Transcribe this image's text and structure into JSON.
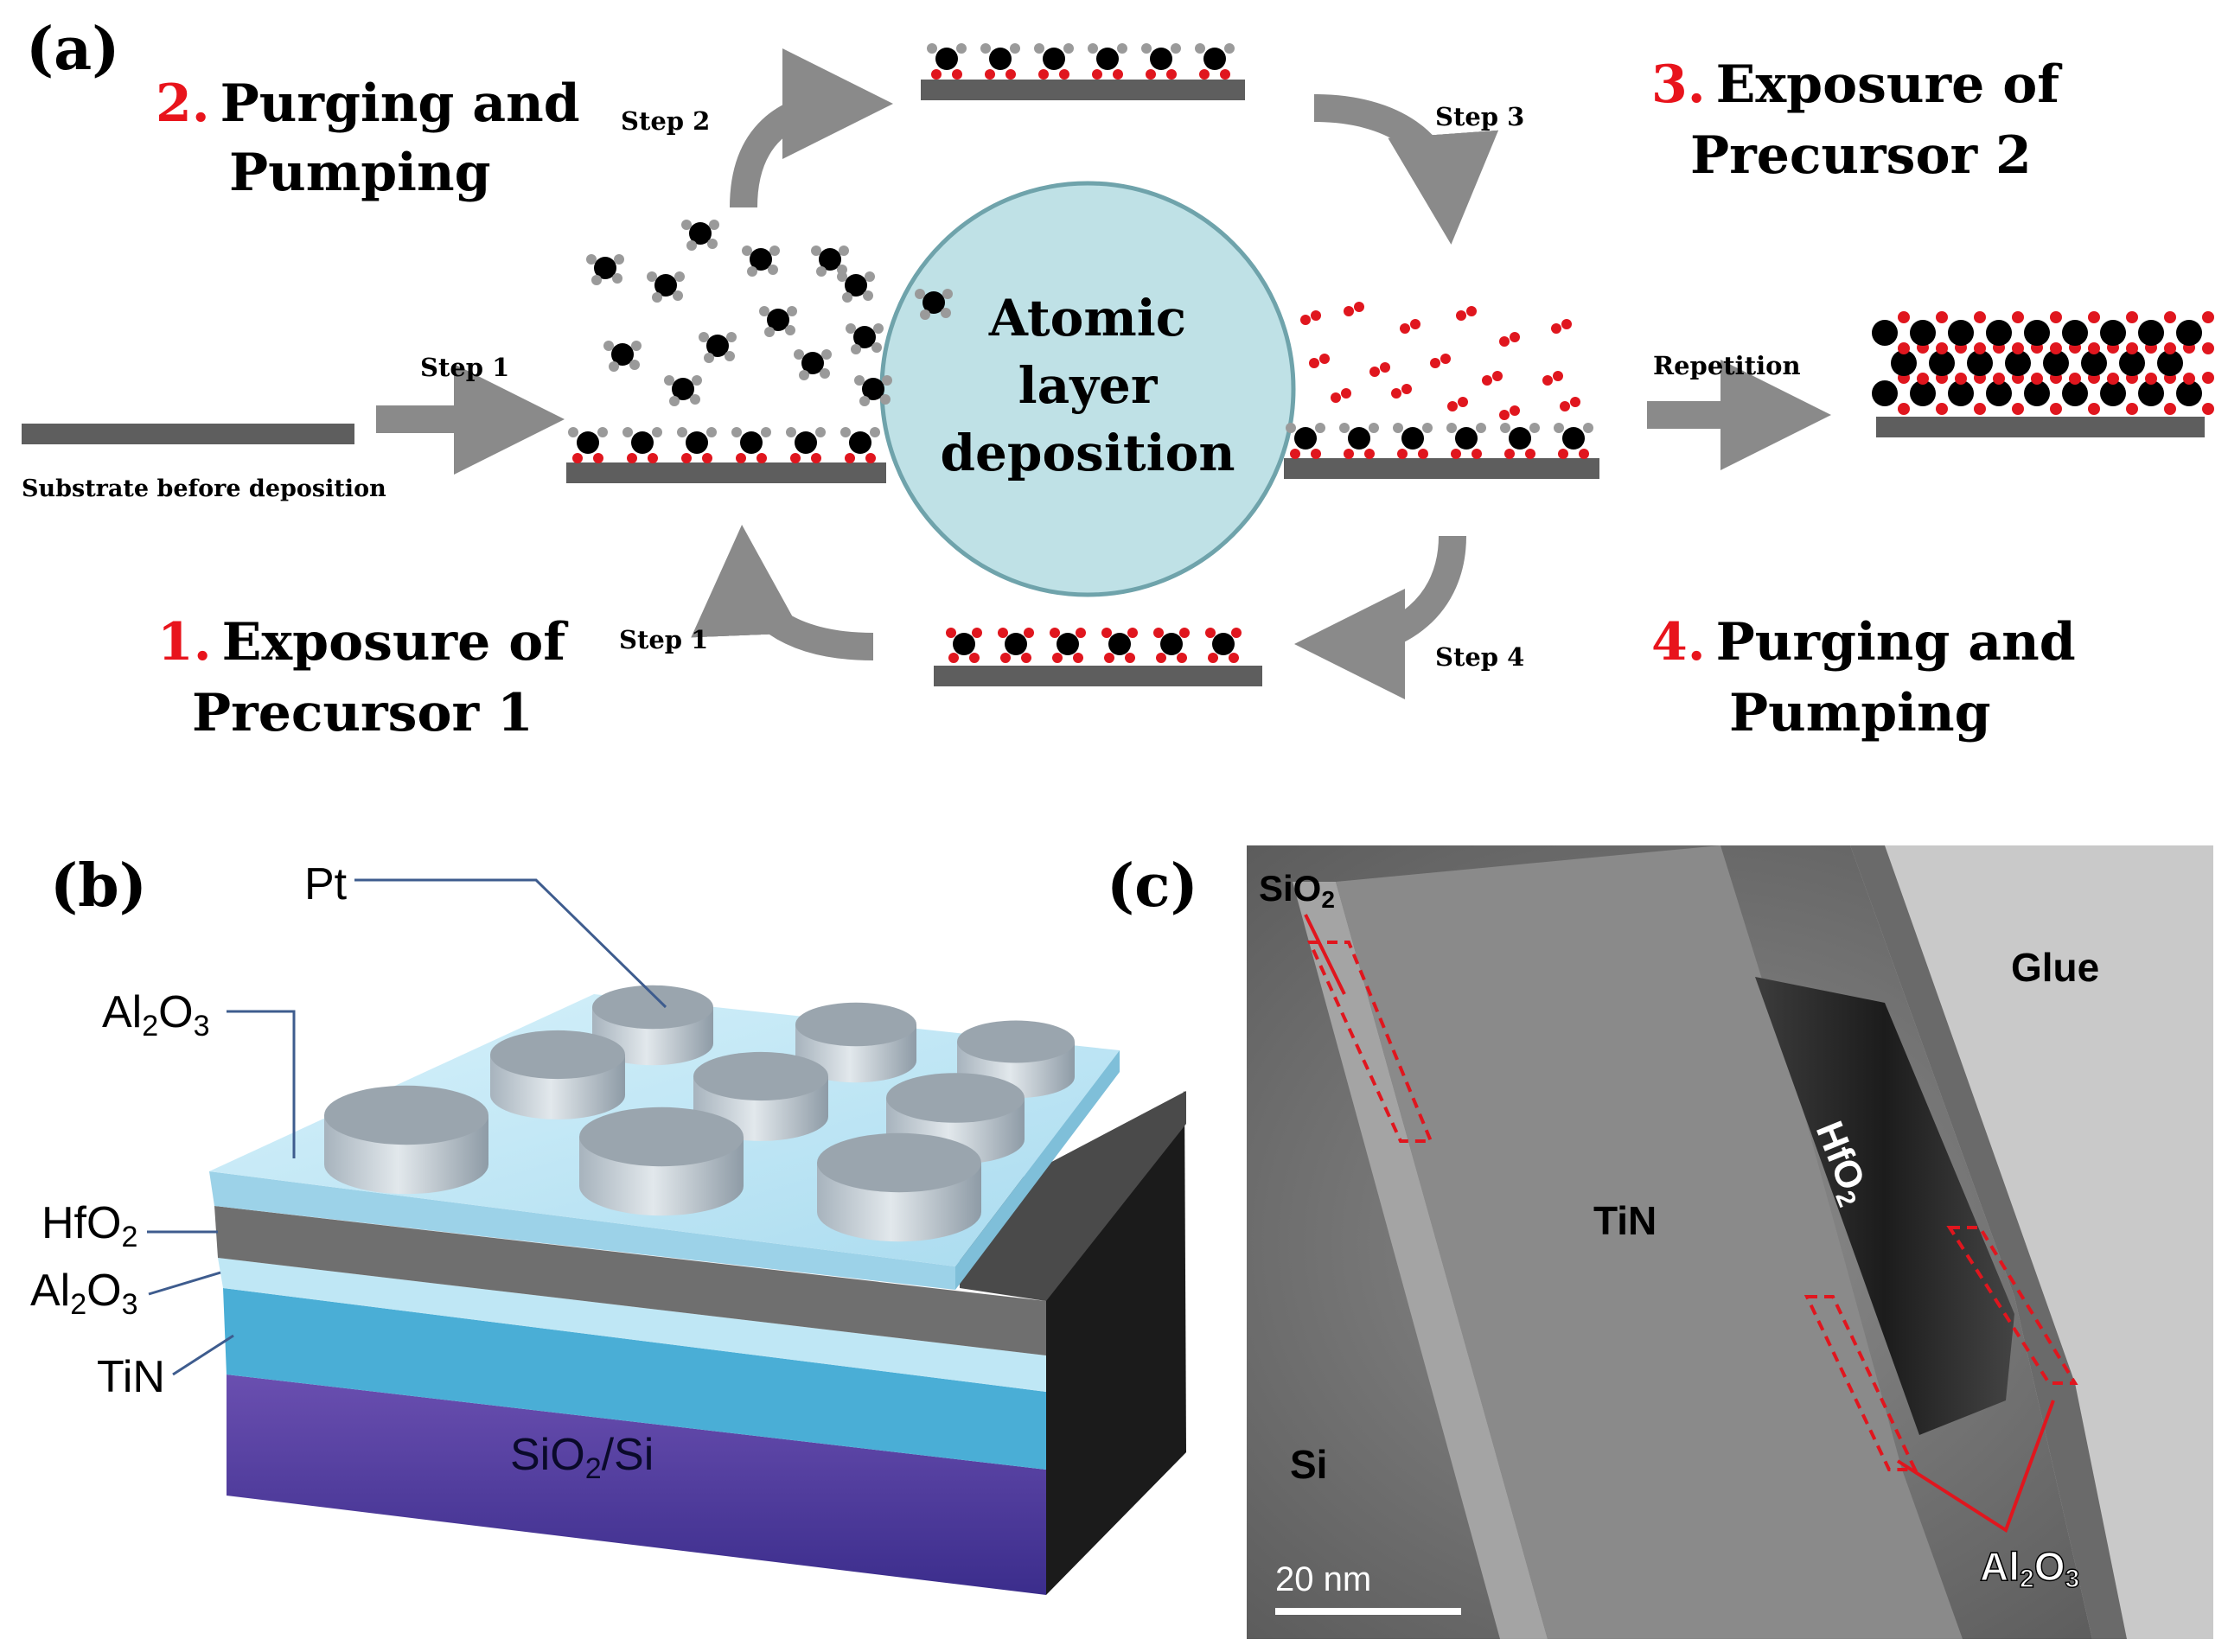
{
  "panel_a": {
    "label": "(a)",
    "center": {
      "line1": "Atomic",
      "line2": "layer",
      "line3": "deposition"
    },
    "substrate_caption": "Substrate before deposition",
    "step1_right": "Step 1",
    "step2": "Step 2",
    "step3": "Step 3",
    "step4": "Step 4",
    "step1_bottom": "Step 1",
    "repetition": "Repetition",
    "text_purge_top": {
      "num": "2.",
      "line1": "Purging and",
      "line2": "Pumping"
    },
    "text_exposure2": {
      "num": "3.",
      "line1": "Exposure of",
      "line2": "Precursor 2"
    },
    "text_exposure1": {
      "num": "1.",
      "line1": "Exposure of",
      "line2": "Precursor 1"
    },
    "text_purge_bottom": {
      "num": "4.",
      "line1": "Purging and",
      "line2": "Pumping"
    }
  },
  "panel_b": {
    "label": "(b)",
    "pt": "Pt",
    "al2o3_top": {
      "a": "Al",
      "sub1": "2",
      "b": "O",
      "sub2": "3"
    },
    "hfo2": {
      "a": "HfO",
      "sub": "2"
    },
    "al2o3_bottom": {
      "a": "Al",
      "sub1": "2",
      "b": "O",
      "sub2": "3"
    },
    "tin": "TiN",
    "substrate": {
      "a": "SiO",
      "sub": "2",
      "b": "/Si"
    }
  },
  "panel_c": {
    "label": "(c)",
    "sio2": {
      "a": "SiO",
      "sub": "2"
    },
    "glue": "Glue",
    "tin": "TiN",
    "hfo2": {
      "a": "HfO",
      "sub": "2"
    },
    "si": "Si",
    "al2o3": {
      "a": "Al",
      "sub1": "2",
      "b": "O",
      "sub2": "3"
    },
    "scale_bar": "20 nm"
  },
  "colors": {
    "step_number": "#e8141c",
    "arrow": "#8a8a8a",
    "substrate_bar": "#5e5e5e",
    "circle_fill": "#bfe1e6",
    "circle_stroke": "#6fa3ab",
    "atom_black": "#000000",
    "atom_red": "#e0161e",
    "atom_grey": "#9a9a9a",
    "leader_line": "#3e5c8e",
    "tem_annotation": "#e0161e"
  }
}
